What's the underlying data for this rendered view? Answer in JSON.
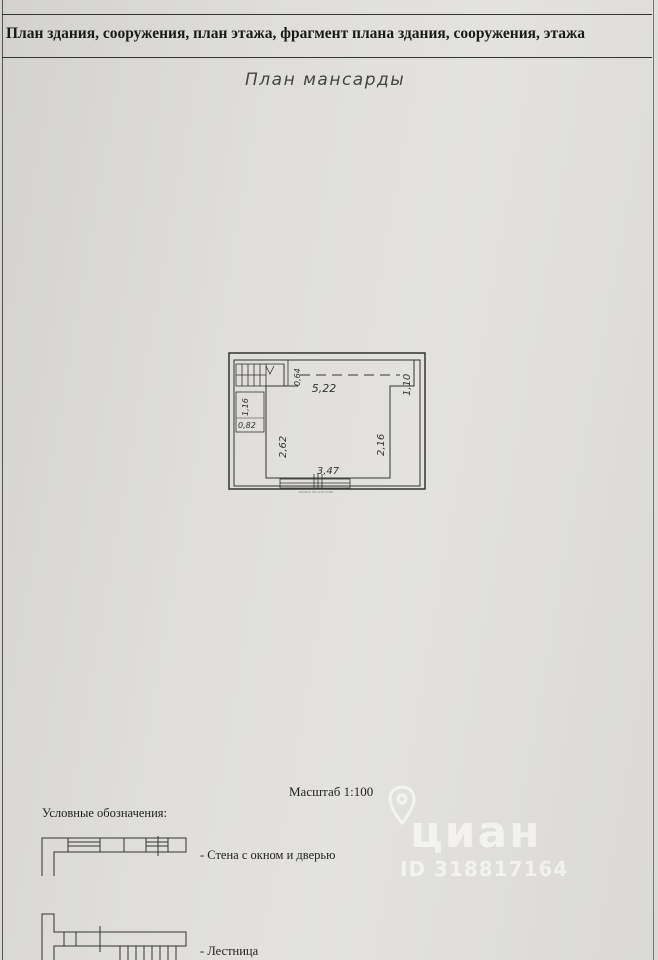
{
  "header": {
    "title": "План здания, сооружения, план этажа, фрагмент плана здания, сооружения, этажа"
  },
  "plan": {
    "title": "План мансарды",
    "dimensions": {
      "top_length": "5,22",
      "right_wall": "1,10",
      "right_inner": "2,16",
      "left_inner": "2,62",
      "bottom_width": "3,47",
      "stair_width": "0,64",
      "closet_height": "1,16",
      "closet_width": "0,82"
    },
    "stamp_text": "ФИЛИАЛ ГБУ ЦТИ ППБС"
  },
  "scale": {
    "text": "Масштаб 1:100"
  },
  "legend": {
    "title": "Условные обозначения:",
    "items": [
      {
        "icon": "wall-with-window-and-door-icon",
        "label": "- Стена с окном и дверью"
      },
      {
        "icon": "staircase-icon",
        "label": "- Лестница"
      }
    ]
  },
  "watermark": {
    "logo": "циан",
    "id": "ID 318817164"
  }
}
